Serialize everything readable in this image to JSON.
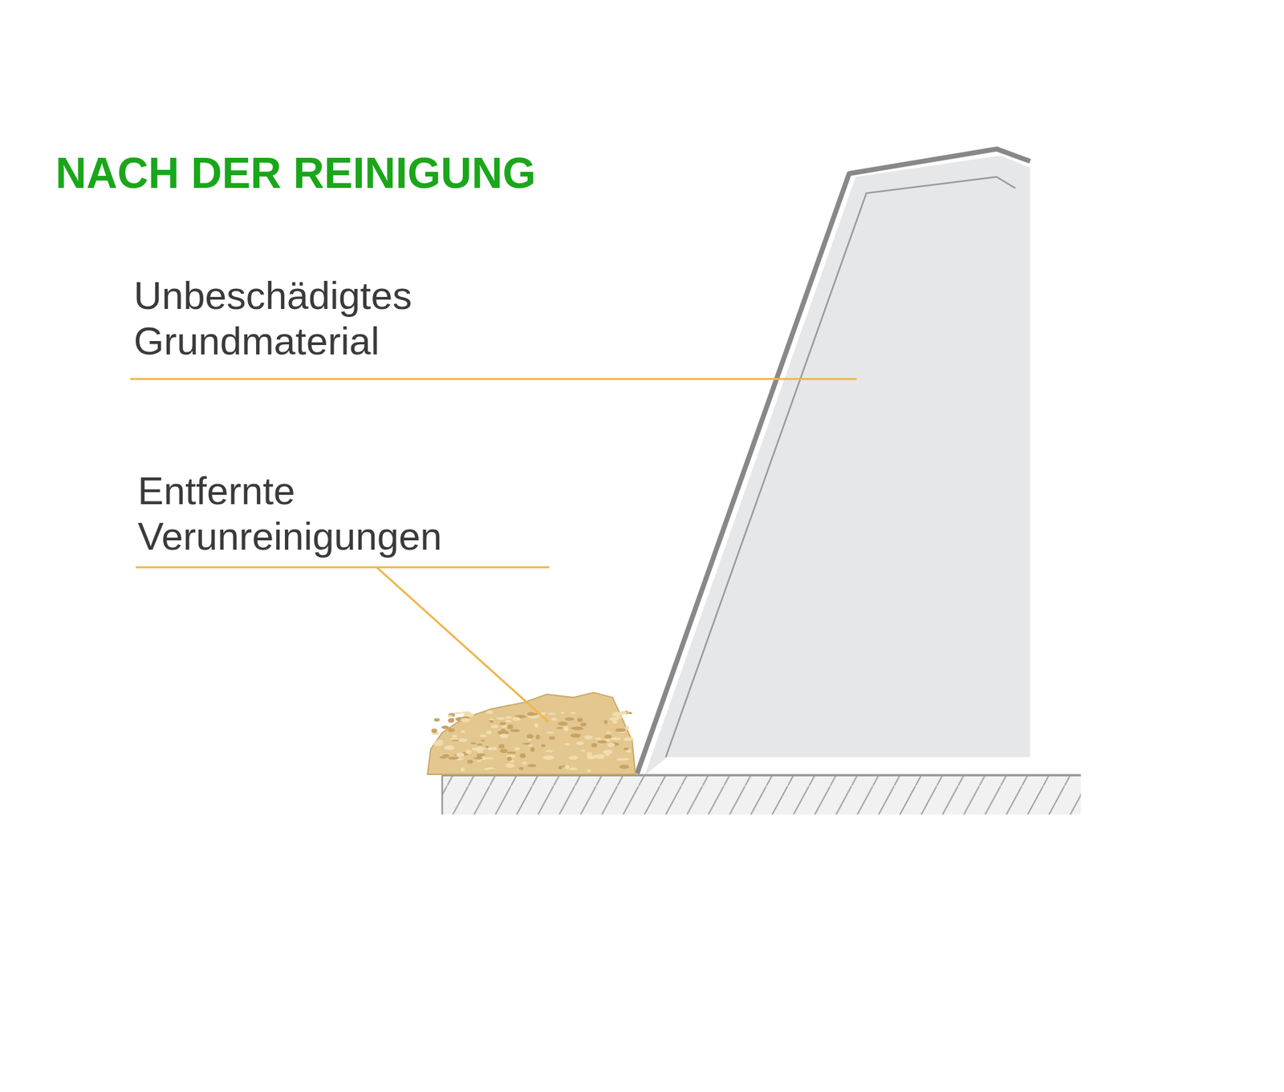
{
  "diagram": {
    "title": "NACH DER REINIGUNG",
    "labels": [
      "Unbeschädigtes Grundmaterial",
      "Entfernte Verunreinigungen"
    ]
  }
}
